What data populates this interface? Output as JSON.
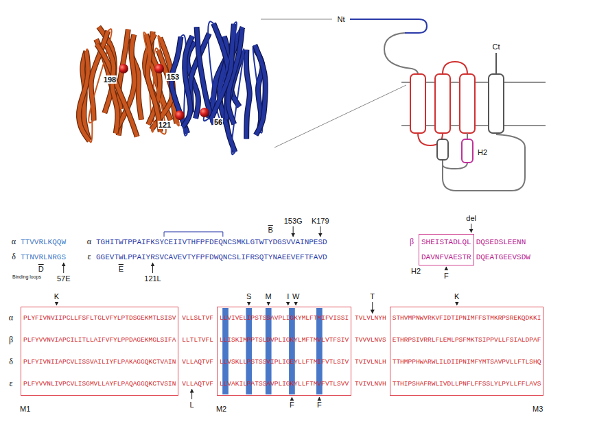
{
  "diagram": {
    "nodes": [
      {
        "text": [
          "H2",
          "SHEISTADLQL",
          "DAVNFVAESTR"
        ]
      },
      {
        "text": [
          "M1",
          "PLYFIVNVIIPCLLFSFLTGLVFYLPTDSGEKMTLSISV",
          "PLFYVVNVIAPCILITLLAIFVFYLPPDAGEKMGLSIFA",
          "PLFYIVNIIAPCVLISSVAILIYFLPAKAGGQKCTVAIN",
          "PLFYVVNLIVPCVLISGMVLLAYFLPAQAGGQKCTVSIN"
        ]
      },
      {
        "text": [
          "M2",
          "LLVIVELIPSTSSAVPLIGKYMLFTMIFVISSI",
          "LLISKIMPPTSLDVPLIGKYLMFTMVLVTFSIV",
          "LLVSKLLPSTSSVIPLIGEYLLFTMIFVTLSIV",
          "LLVAKILPATSSAVPLIGKYLLFTMVFVTLSVV"
        ]
      },
      {
        "text": [
          "M3",
          "STHVMPNWVRKVFIDTIPNIMFFSTMKRPSREKQDKKI",
          "ETHRPSIVRRLFLEMLPSFMKTSIPPVLLFSIALDPAF",
          "TTHMPPHWARWLILDIIPNIMFYMTSAVPVLLFTLSHQ",
          "TTHIPSHAFRWLIVDLLPNFLFFSSLYLPYLLFFLAVS"
        ]
      }
    ],
    "labels": [
      "198",
      "153",
      "121",
      "56",
      "Nt",
      "Ct",
      "H2",
      "α",
      "TTVVRLKQQW",
      "α",
      "TGHITWTPPAIFKSYCEIIVTHFPFDEQNCSMKLGTWTYDGSVVAINPESD",
      "β",
      "del",
      "B",
      "153G",
      "K179",
      "δ",
      "TTNVRLNRGS",
      "ε",
      "GGEVTWLPPAIYRSVCAVEVTYFPFDWQNCSLIFRSQTYNAEEVEFTFAVD",
      "DQSEDSLEENN",
      "DQEATGEEVSDW",
      "Binding loops",
      "D",
      "57E",
      "E",
      "121L",
      "F",
      "α",
      "β",
      "δ",
      "ε",
      "VLLSLTVF",
      "LLTLTVFL",
      "VLLAQTVF",
      "VLLAQTVF",
      "TVLVLNYH",
      "TVVVLNVS",
      "TVIVLNLH",
      "TVIVLNVH",
      "K",
      "S",
      "M",
      "I",
      "W",
      "T",
      "K",
      "L",
      "F",
      "F"
    ]
  }
}
